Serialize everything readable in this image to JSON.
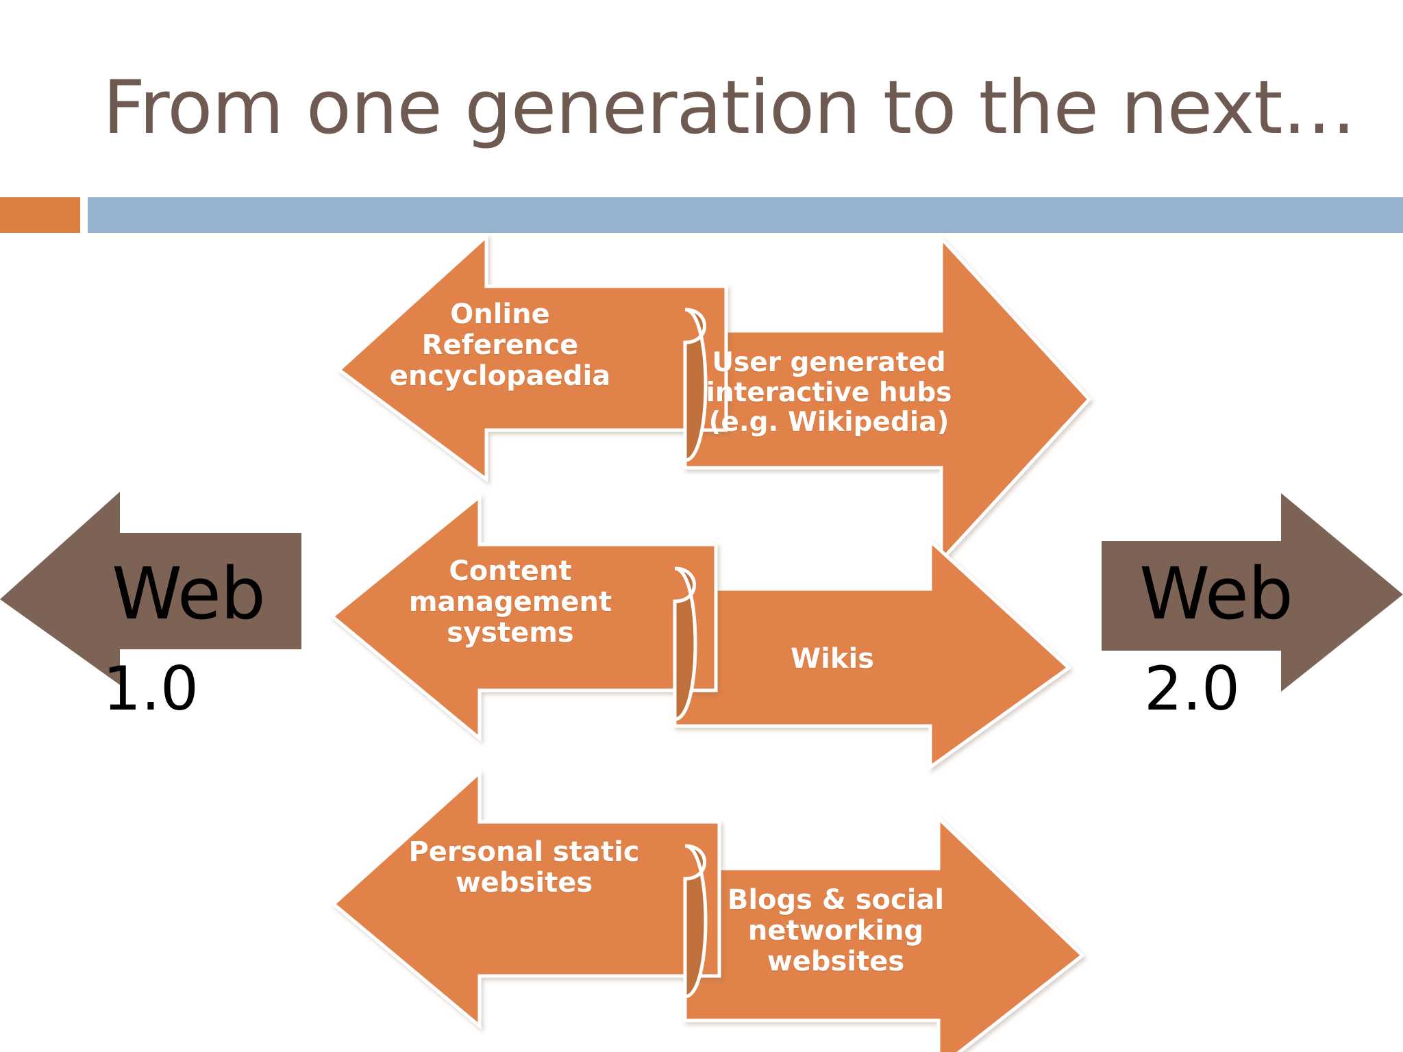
{
  "slide": {
    "title": "From one generation to the next…",
    "background_color": "#FFFFFF",
    "title_color": "#6E5A50"
  },
  "divider": {
    "accent_square_color": "#DD7F43",
    "bar_color": "#95B3D0"
  },
  "colors": {
    "arrow_orange": "#E0824A",
    "arrow_orange_fold": "#C0703A",
    "arrow_brown": "#7D6356",
    "label_text": "#FFFFFF",
    "web_label_text": "#000000"
  },
  "endpoints": {
    "left": {
      "word": "Web",
      "number": "1.0",
      "direction": "left"
    },
    "right": {
      "word": "Web",
      "number": "2.0",
      "direction": "right"
    }
  },
  "rows": [
    {
      "id": "row-1",
      "left_arrow": {
        "label": "Online\nReference\nencyclopaedia",
        "direction": "left"
      },
      "right_arrow": {
        "label": "User generated\ninteractive hubs\n(e.g. Wikipedia)",
        "direction": "right"
      }
    },
    {
      "id": "row-2",
      "left_arrow": {
        "label": "Content\nmanagement\nsystems",
        "direction": "left"
      },
      "right_arrow": {
        "label": "Wikis",
        "direction": "right"
      }
    },
    {
      "id": "row-3",
      "left_arrow": {
        "label": "Personal static\nwebsites",
        "direction": "left"
      },
      "right_arrow": {
        "label": "Blogs & social\nnetworking\nwebsites",
        "direction": "right"
      }
    }
  ]
}
